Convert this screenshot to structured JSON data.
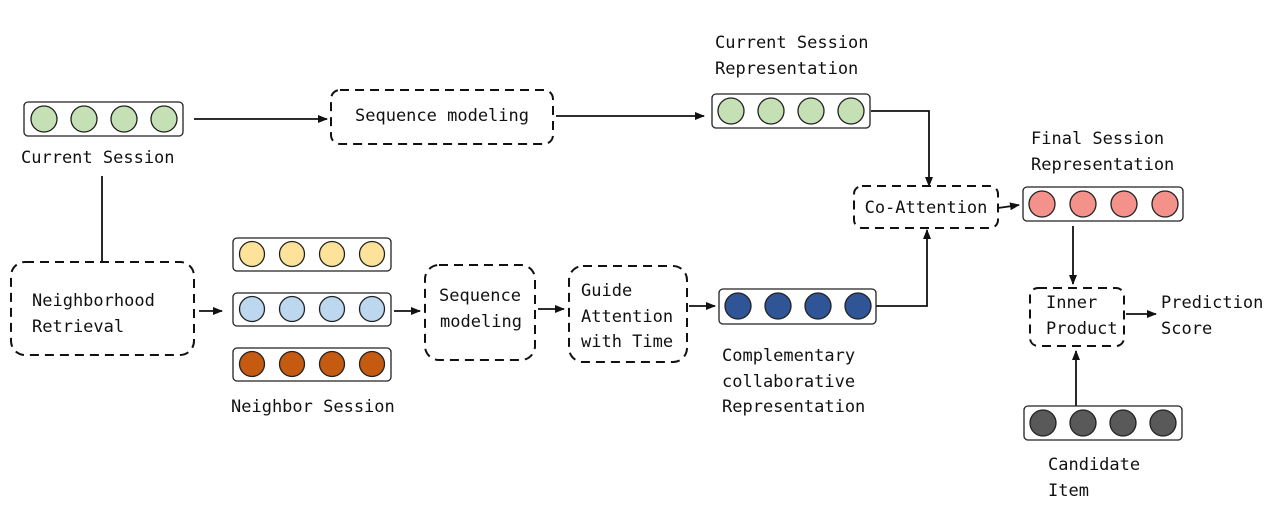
{
  "vectors": {
    "current_session": {
      "label": "Current Session",
      "color": "#c5e0b4"
    },
    "current_session_repr": {
      "label": "Current Session Representation",
      "label_lines": [
        "Current Session",
        "Representation"
      ],
      "color": "#c5e0b4"
    },
    "final_session_repr": {
      "label_lines": [
        "Final Session",
        "Representation"
      ],
      "color": "#f4918a"
    },
    "neighbor_session": {
      "label": "Neighbor Session",
      "colors": [
        "#fde39a",
        "#bdd7ee",
        "#c55a11"
      ]
    },
    "complementary_repr": {
      "label_lines": [
        "Complementary",
        "collaborative",
        "Representation"
      ],
      "color": "#2f5597"
    },
    "candidate_item": {
      "label_lines": [
        "Candidate",
        "Item"
      ],
      "color": "#595959"
    }
  },
  "boxes": {
    "sequence_modeling_top": "Sequence modeling",
    "neighborhood_retrieval": [
      "Neighborhood",
      "Retrieval"
    ],
    "sequence_modeling_mid": [
      "Sequence",
      "modeling"
    ],
    "guide_attention": [
      "Guide",
      "Attention",
      "with Time"
    ],
    "co_attention": "Co-Attention",
    "inner_product": [
      "Inner",
      "Product"
    ]
  },
  "outputs": {
    "prediction_score": [
      "Prediction",
      "Score"
    ]
  }
}
